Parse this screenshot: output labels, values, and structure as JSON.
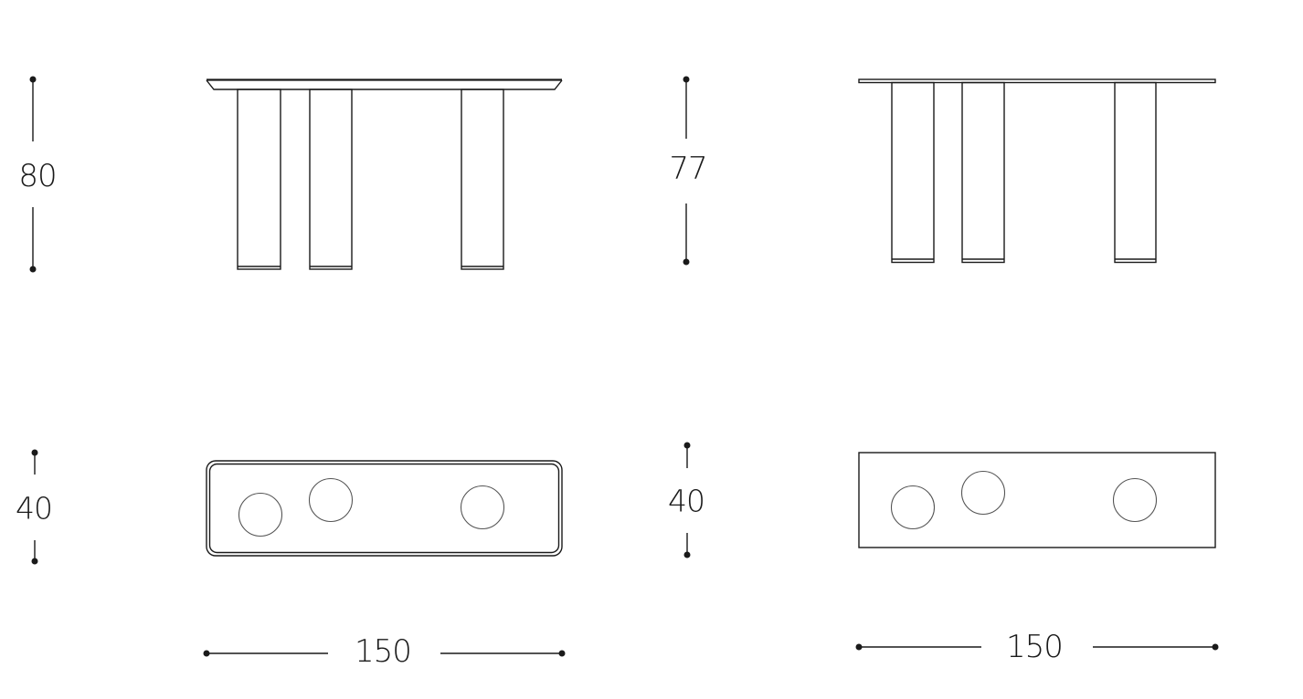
{
  "diagram": {
    "type": "furniture-dimension-drawing",
    "stroke_color": "#1a1a1a",
    "circle_stroke_color": "#555555",
    "views": [
      {
        "id": "left-elevation",
        "view": "front-elevation",
        "variant": "beveled-top",
        "height_label": "80",
        "legs": 3
      },
      {
        "id": "right-elevation",
        "view": "front-elevation",
        "variant": "flat-top",
        "height_label": "77",
        "legs": 3
      },
      {
        "id": "left-plan",
        "view": "top-plan",
        "variant": "rounded-corners",
        "depth_label": "40",
        "width_label": "150",
        "leg_circles": 3
      },
      {
        "id": "right-plan",
        "view": "top-plan",
        "variant": "square-corners",
        "depth_label": "40",
        "width_label": "150",
        "leg_circles": 3
      }
    ]
  },
  "dimensions": {
    "left_height": "80",
    "right_height": "77",
    "left_depth": "40",
    "right_depth": "40",
    "left_width": "150",
    "right_width": "150"
  }
}
